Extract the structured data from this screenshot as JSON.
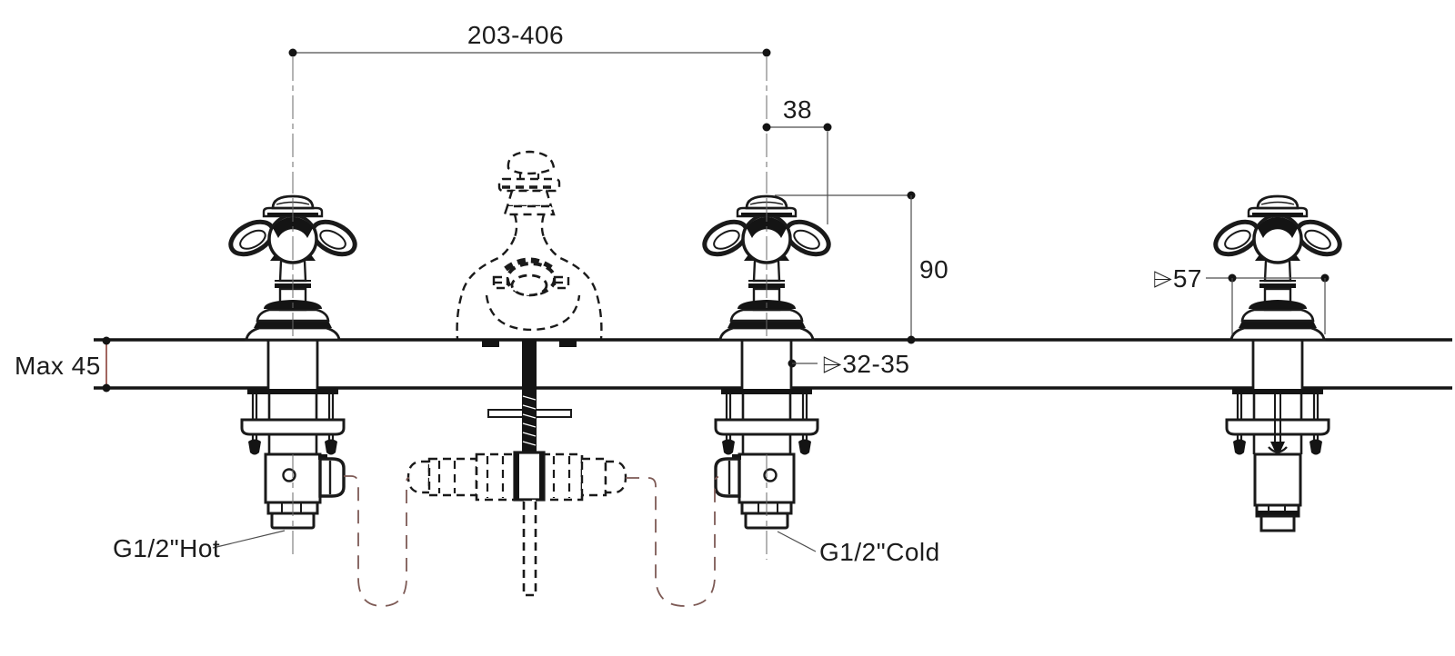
{
  "diagram": {
    "kind": "basin-mixer-installation-drawing",
    "labels": {
      "spread": "203-406",
      "handle_offset": "38",
      "handle_height": "90",
      "deck_thickness": "Max 45",
      "hole_diameter": "⌲32-35",
      "flange_diameter": "⌲57",
      "hot_connection": "G1/2\"Hot",
      "cold_connection": "G1/2\"Cold"
    },
    "colors": {
      "line": "#1a1a1a",
      "dimension_line": "#4d4d4d",
      "hose": "#7d5a55",
      "thickness_marker": "#8a4038"
    }
  }
}
